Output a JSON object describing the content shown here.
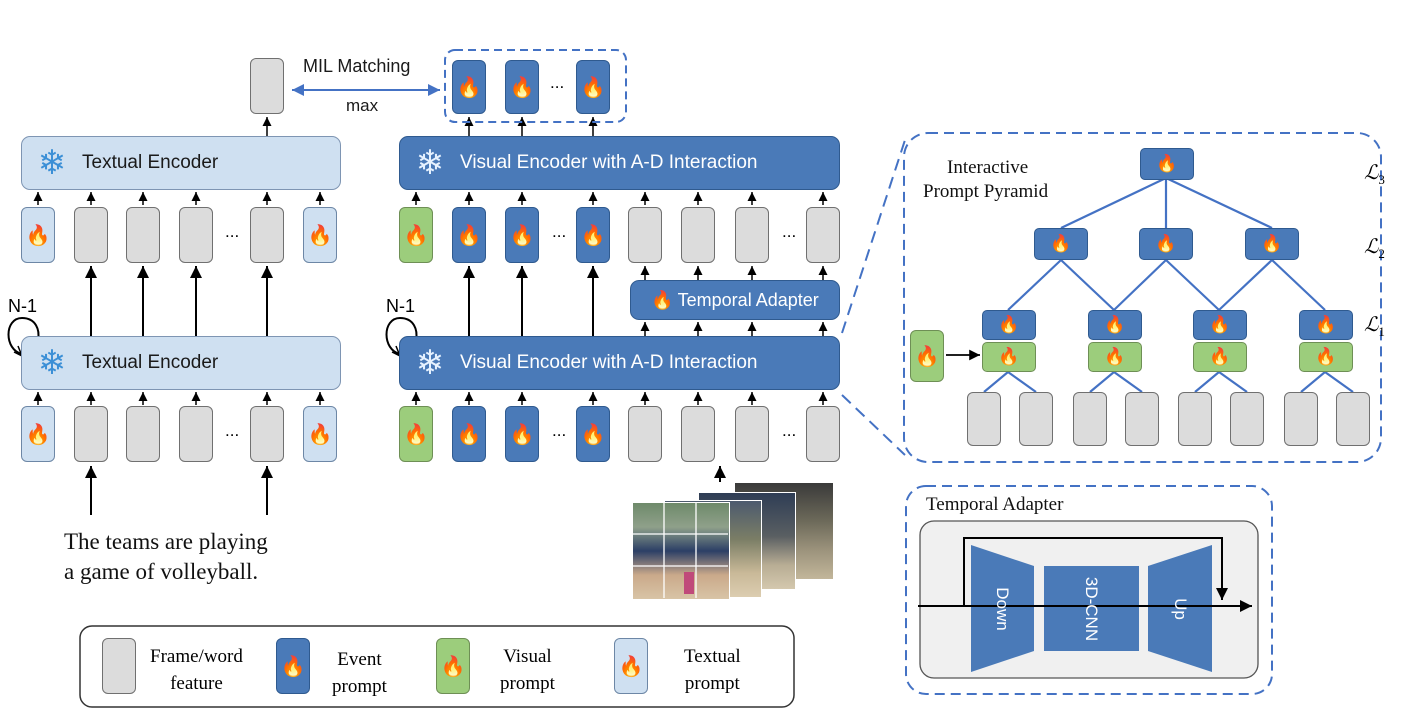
{
  "mil": {
    "label": "MIL Matching",
    "max_label": "max"
  },
  "text_encoder": {
    "label": "Textual Encoder"
  },
  "visual_encoder": {
    "label": "Visual Encoder with A-D Interaction"
  },
  "temporal_adapter_box": {
    "label": "Temporal Adapter"
  },
  "loop_label": "N-1",
  "ellipsis": "...",
  "caption_lines": [
    "The teams are playing",
    "a game of volleyball."
  ],
  "pyramid": {
    "title_line1": "Interactive",
    "title_line2": "Prompt Pyramid",
    "levels": [
      "ℒ3",
      "ℒ2",
      "ℒ1"
    ]
  },
  "temporal_adapter_detail": {
    "title": "Temporal Adapter",
    "down": "Down",
    "cnn": "3D-CNN",
    "up": "Up"
  },
  "legend": {
    "frame_word": [
      "Frame/word",
      "feature"
    ],
    "event": [
      "Event",
      "prompt"
    ],
    "visual": [
      "Visual",
      "prompt"
    ],
    "textual": [
      "Textual",
      "prompt"
    ]
  },
  "colors": {
    "event_prompt": "#4a7ab8",
    "visual_prompt": "#9ccd7c",
    "textual_prompt": "#cfe0f1",
    "feature": "#dcdcdc",
    "connector": "#4472c4"
  },
  "icons": [
    "fire-icon",
    "snowflake-icon"
  ]
}
